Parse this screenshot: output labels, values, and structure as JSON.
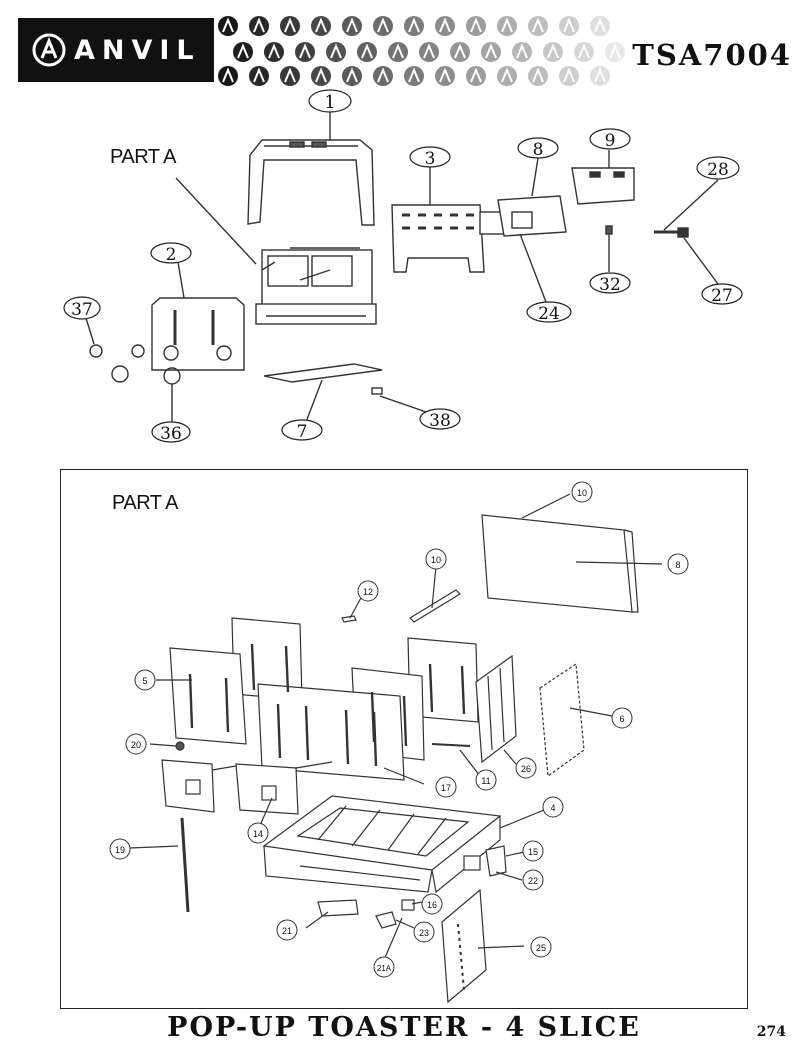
{
  "header": {
    "brand": "ANVIL",
    "model": "TSA7004"
  },
  "part_a_label_top": "PART A",
  "part_a_label_bottom": "PART A",
  "top_callouts": [
    "1",
    "2",
    "3",
    "8",
    "9",
    "28",
    "37",
    "24",
    "32",
    "27",
    "7",
    "36",
    "38"
  ],
  "bottom_callouts": [
    "10",
    "8",
    "12",
    "10",
    "5",
    "6",
    "20",
    "11",
    "26",
    "17",
    "4",
    "14",
    "15",
    "19",
    "22",
    "16",
    "21",
    "23",
    "21A",
    "25"
  ],
  "footer": {
    "title": "POP-UP TOASTER - 4 SLICE",
    "page": "274"
  }
}
